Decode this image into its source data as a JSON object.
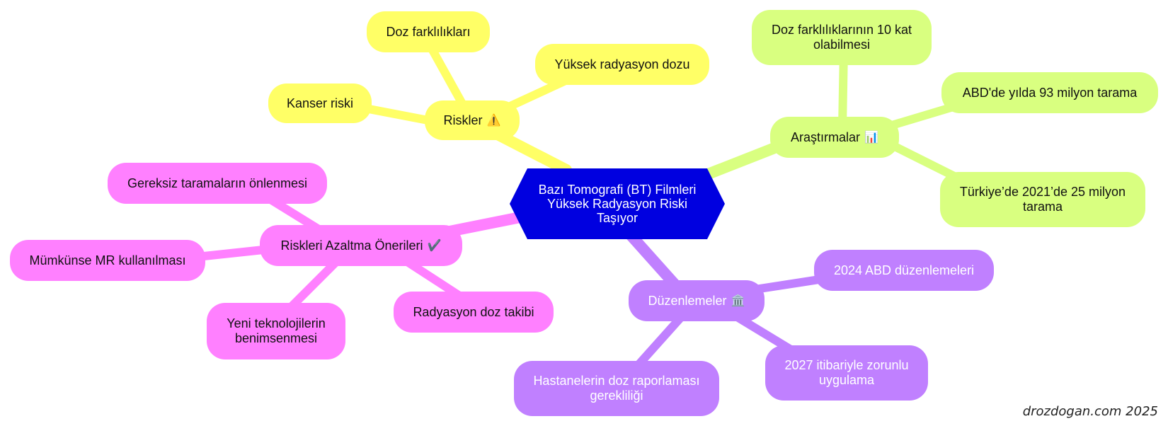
{
  "center": {
    "label": "Bazı Tomografi (BT) Filmleri Yüksek Radyasyon Riski Taşıyor",
    "color": "#0000e0"
  },
  "branches": {
    "riskler": {
      "label": "Riskler",
      "icon": "warning-icon",
      "color": "#ffff66",
      "children": [
        "Doz farklılıkları",
        "Yüksek radyasyon dozu",
        "Kanser riski"
      ]
    },
    "arastirmalar": {
      "label": "Araştırmalar",
      "icon": "bar-chart-icon",
      "color": "#d9ff80",
      "children": [
        "Doz farklılıklarının 10 kat olabilmesi",
        "ABD'de yılda 93 milyon tarama",
        "Türkiye’de 2021’de 25 milyon tarama"
      ]
    },
    "oneriler": {
      "label": "Riskleri Azaltma Önerileri",
      "icon": "check-icon",
      "color": "#ff80ff",
      "children": [
        "Gereksiz taramaların önlenmesi",
        "Mümkünse MR kullanılması",
        "Yeni teknolojilerin benimsenmesi",
        "Radyasyon doz takibi"
      ]
    },
    "duzenlemeler": {
      "label": "Düzenlemeler",
      "icon": "government-building-icon",
      "color": "#c080ff",
      "children": [
        "2024 ABD düzenlemeleri",
        "2027 itibariyle zorunlu uygulama",
        "Hastanelerin doz raporlaması gerekliliği"
      ]
    }
  },
  "watermark": "drozdogan.com  2025",
  "icons": {
    "warning": "⚠️",
    "chart": "📊",
    "check": "✔️",
    "building": "🏛️"
  }
}
